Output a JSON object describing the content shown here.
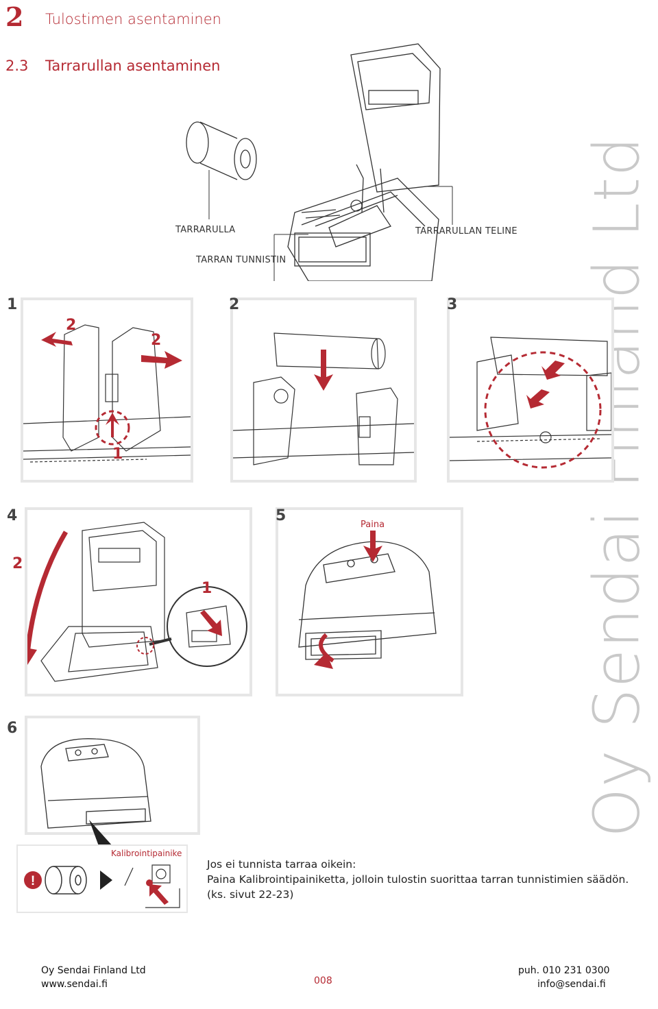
{
  "header": {
    "chapter_number": "2",
    "chapter_title": "Tulostimen asentaminen",
    "section_number": "2.3",
    "section_title": "Tarrarullan asentaminen"
  },
  "callouts": {
    "label_roll": "TARRARULLA",
    "label_sensor": "TARRAN TUNNISTIN",
    "roll_holder": "TARRARULLAN TELINE"
  },
  "steps": [
    "1",
    "2",
    "3",
    "4",
    "5",
    "6"
  ],
  "step_markers": {
    "s1_left": "2",
    "s1_right": "2",
    "s1_bottom": "1",
    "s4_left": "2",
    "s4_zoom": "1"
  },
  "press_label": "Paina",
  "calibration_label": "Kalibrointipainike",
  "note": {
    "line1": "Jos ei tunnista tarraa oikein:",
    "line2": "Paina Kalibrointipainiketta, jolloin tulostin suorittaa tarran tunnistimien säädön.",
    "line3": "(ks. sivut 22-23)"
  },
  "watermark": "Oy Sendai Finland Ltd",
  "footer": {
    "company": "Oy Sendai Finland Ltd",
    "web": "www.sendai.fi",
    "page": "008",
    "phone": "puh. 010 231 0300",
    "email": "info@sendai.fi"
  },
  "colors": {
    "accent": "#b52a33",
    "panel_border": "#e6e6e6",
    "watermark": "#c9c9c9"
  }
}
